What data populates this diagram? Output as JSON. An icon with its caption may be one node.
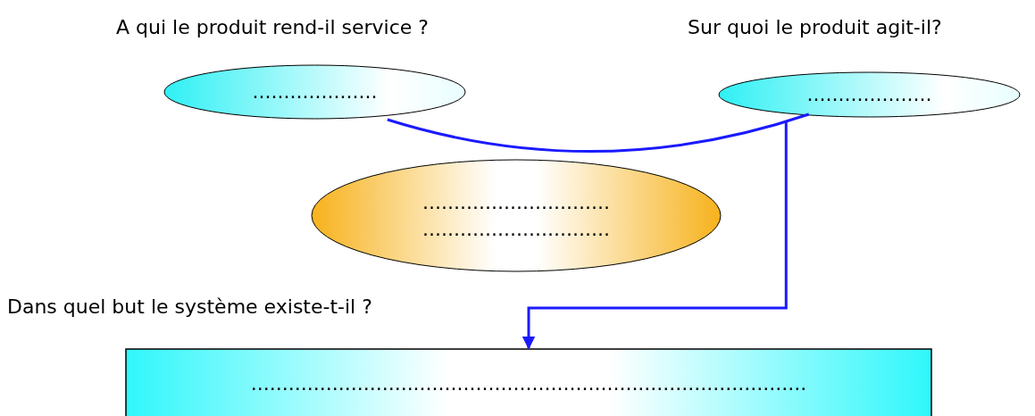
{
  "diagram": {
    "nodes": [
      {
        "text": [
          "A qui le produit rend-il service ?",
          "...................."
        ]
      },
      {
        "text": [
          "Sur quoi le produit agit-il?",
          "...................."
        ]
      },
      {
        "text": [
          "..............................",
          ".............................."
        ]
      },
      {
        "text": [
          "Dans quel but le système existe-t-il ?",
          "........................................................................................."
        ]
      }
    ],
    "edges": [
      {
        "from": 0,
        "to": 1,
        "arrow": "none"
      },
      {
        "from": 1,
        "to": 3,
        "arrow": "to"
      }
    ]
  }
}
